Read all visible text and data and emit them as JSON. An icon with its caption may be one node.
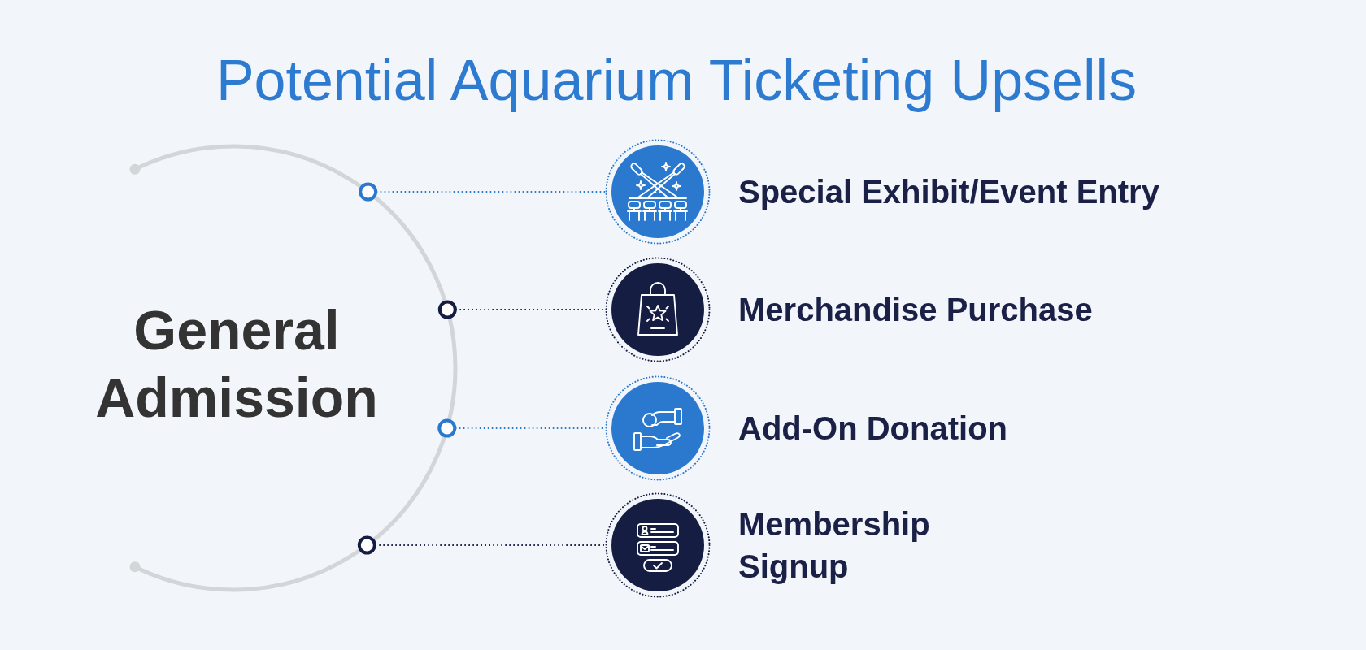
{
  "diagram": {
    "title": "Potential Aquarium Ticketing Upsells",
    "nodes": [
      {
        "text": [
          "General Admission"
        ]
      },
      {
        "text": [
          "Special Exhibit/Event Entry"
        ]
      },
      {
        "text": [
          "Merchandise Purchase"
        ]
      },
      {
        "text": [
          "Add-On Donation"
        ]
      },
      {
        "text": [
          "Membership Signup"
        ]
      }
    ],
    "edges": [
      {
        "from": 0,
        "to": 1,
        "arrow": "other",
        "style": "dashed",
        "color": "#2b78cf"
      },
      {
        "from": 0,
        "to": 2,
        "arrow": "other",
        "style": "dashed",
        "color": "#161d43"
      },
      {
        "from": 0,
        "to": 3,
        "arrow": "other",
        "style": "dashed",
        "color": "#2b78cf"
      },
      {
        "from": 0,
        "to": 4,
        "arrow": "other",
        "style": "dashed",
        "color": "#161d43"
      }
    ]
  }
}
